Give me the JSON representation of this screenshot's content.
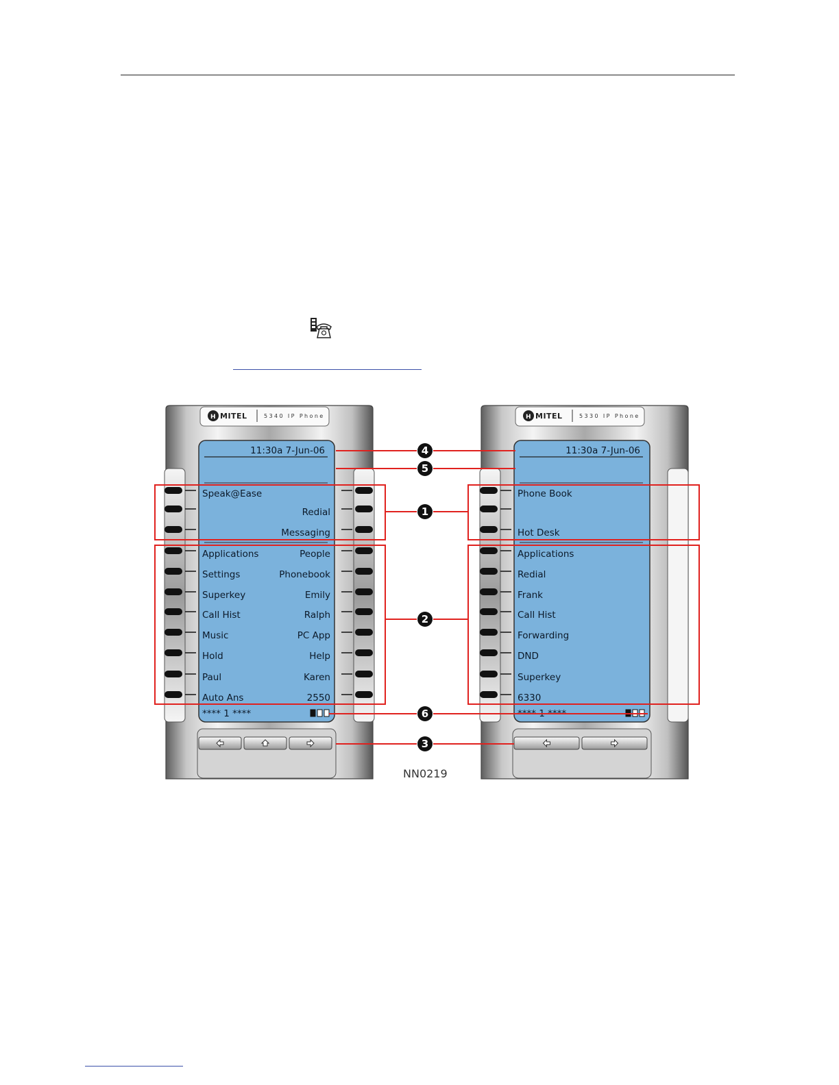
{
  "figure_id": "NN0219",
  "phones": [
    {
      "id": "phone-5340",
      "brand": "MITEL",
      "model": "5340 IP Phone",
      "datetime": "11:30a 7-Jun-06",
      "top_keys": [
        {
          "label": "Speak@Ease",
          "align": "left"
        },
        {
          "label": "Redial",
          "align": "right"
        },
        {
          "label": "Messaging",
          "align": "right"
        }
      ],
      "main_keys_left": [
        "Applications",
        "Settings",
        "Superkey",
        "Call Hist",
        "Music",
        "Hold",
        "Paul",
        "Auto Ans"
      ],
      "main_keys_right": [
        "People",
        "Phonebook",
        "Emily",
        "Ralph",
        "PC App",
        "Help",
        "Karen",
        "2550"
      ],
      "status_text": "**** 1 ****",
      "nav_buttons": [
        "left-arrow",
        "home",
        "right-arrow"
      ]
    },
    {
      "id": "phone-5330",
      "brand": "MITEL",
      "model": "5330 IP Phone",
      "datetime": "11:30a 7-Jun-06",
      "top_keys": [
        {
          "label": "Phone Book",
          "align": "left"
        },
        {
          "label": "",
          "align": "left"
        },
        {
          "label": "Hot Desk",
          "align": "left"
        }
      ],
      "main_keys_left": [
        "Applications",
        "Redial",
        "Frank",
        "Call Hist",
        "Forwarding",
        "DND",
        "Superkey",
        "6330"
      ],
      "main_keys_right": [],
      "status_text": "**** 1 ****",
      "nav_buttons": [
        "left-arrow",
        "right-arrow"
      ]
    }
  ],
  "callouts": [
    "1",
    "2",
    "3",
    "4",
    "5",
    "6"
  ],
  "colors": {
    "screen": "#7bb2dc",
    "callout_line": "#e0211e",
    "key": "#111111",
    "bezel_dark": "#6f6f6f",
    "bezel_light": "#f0f0f0"
  }
}
